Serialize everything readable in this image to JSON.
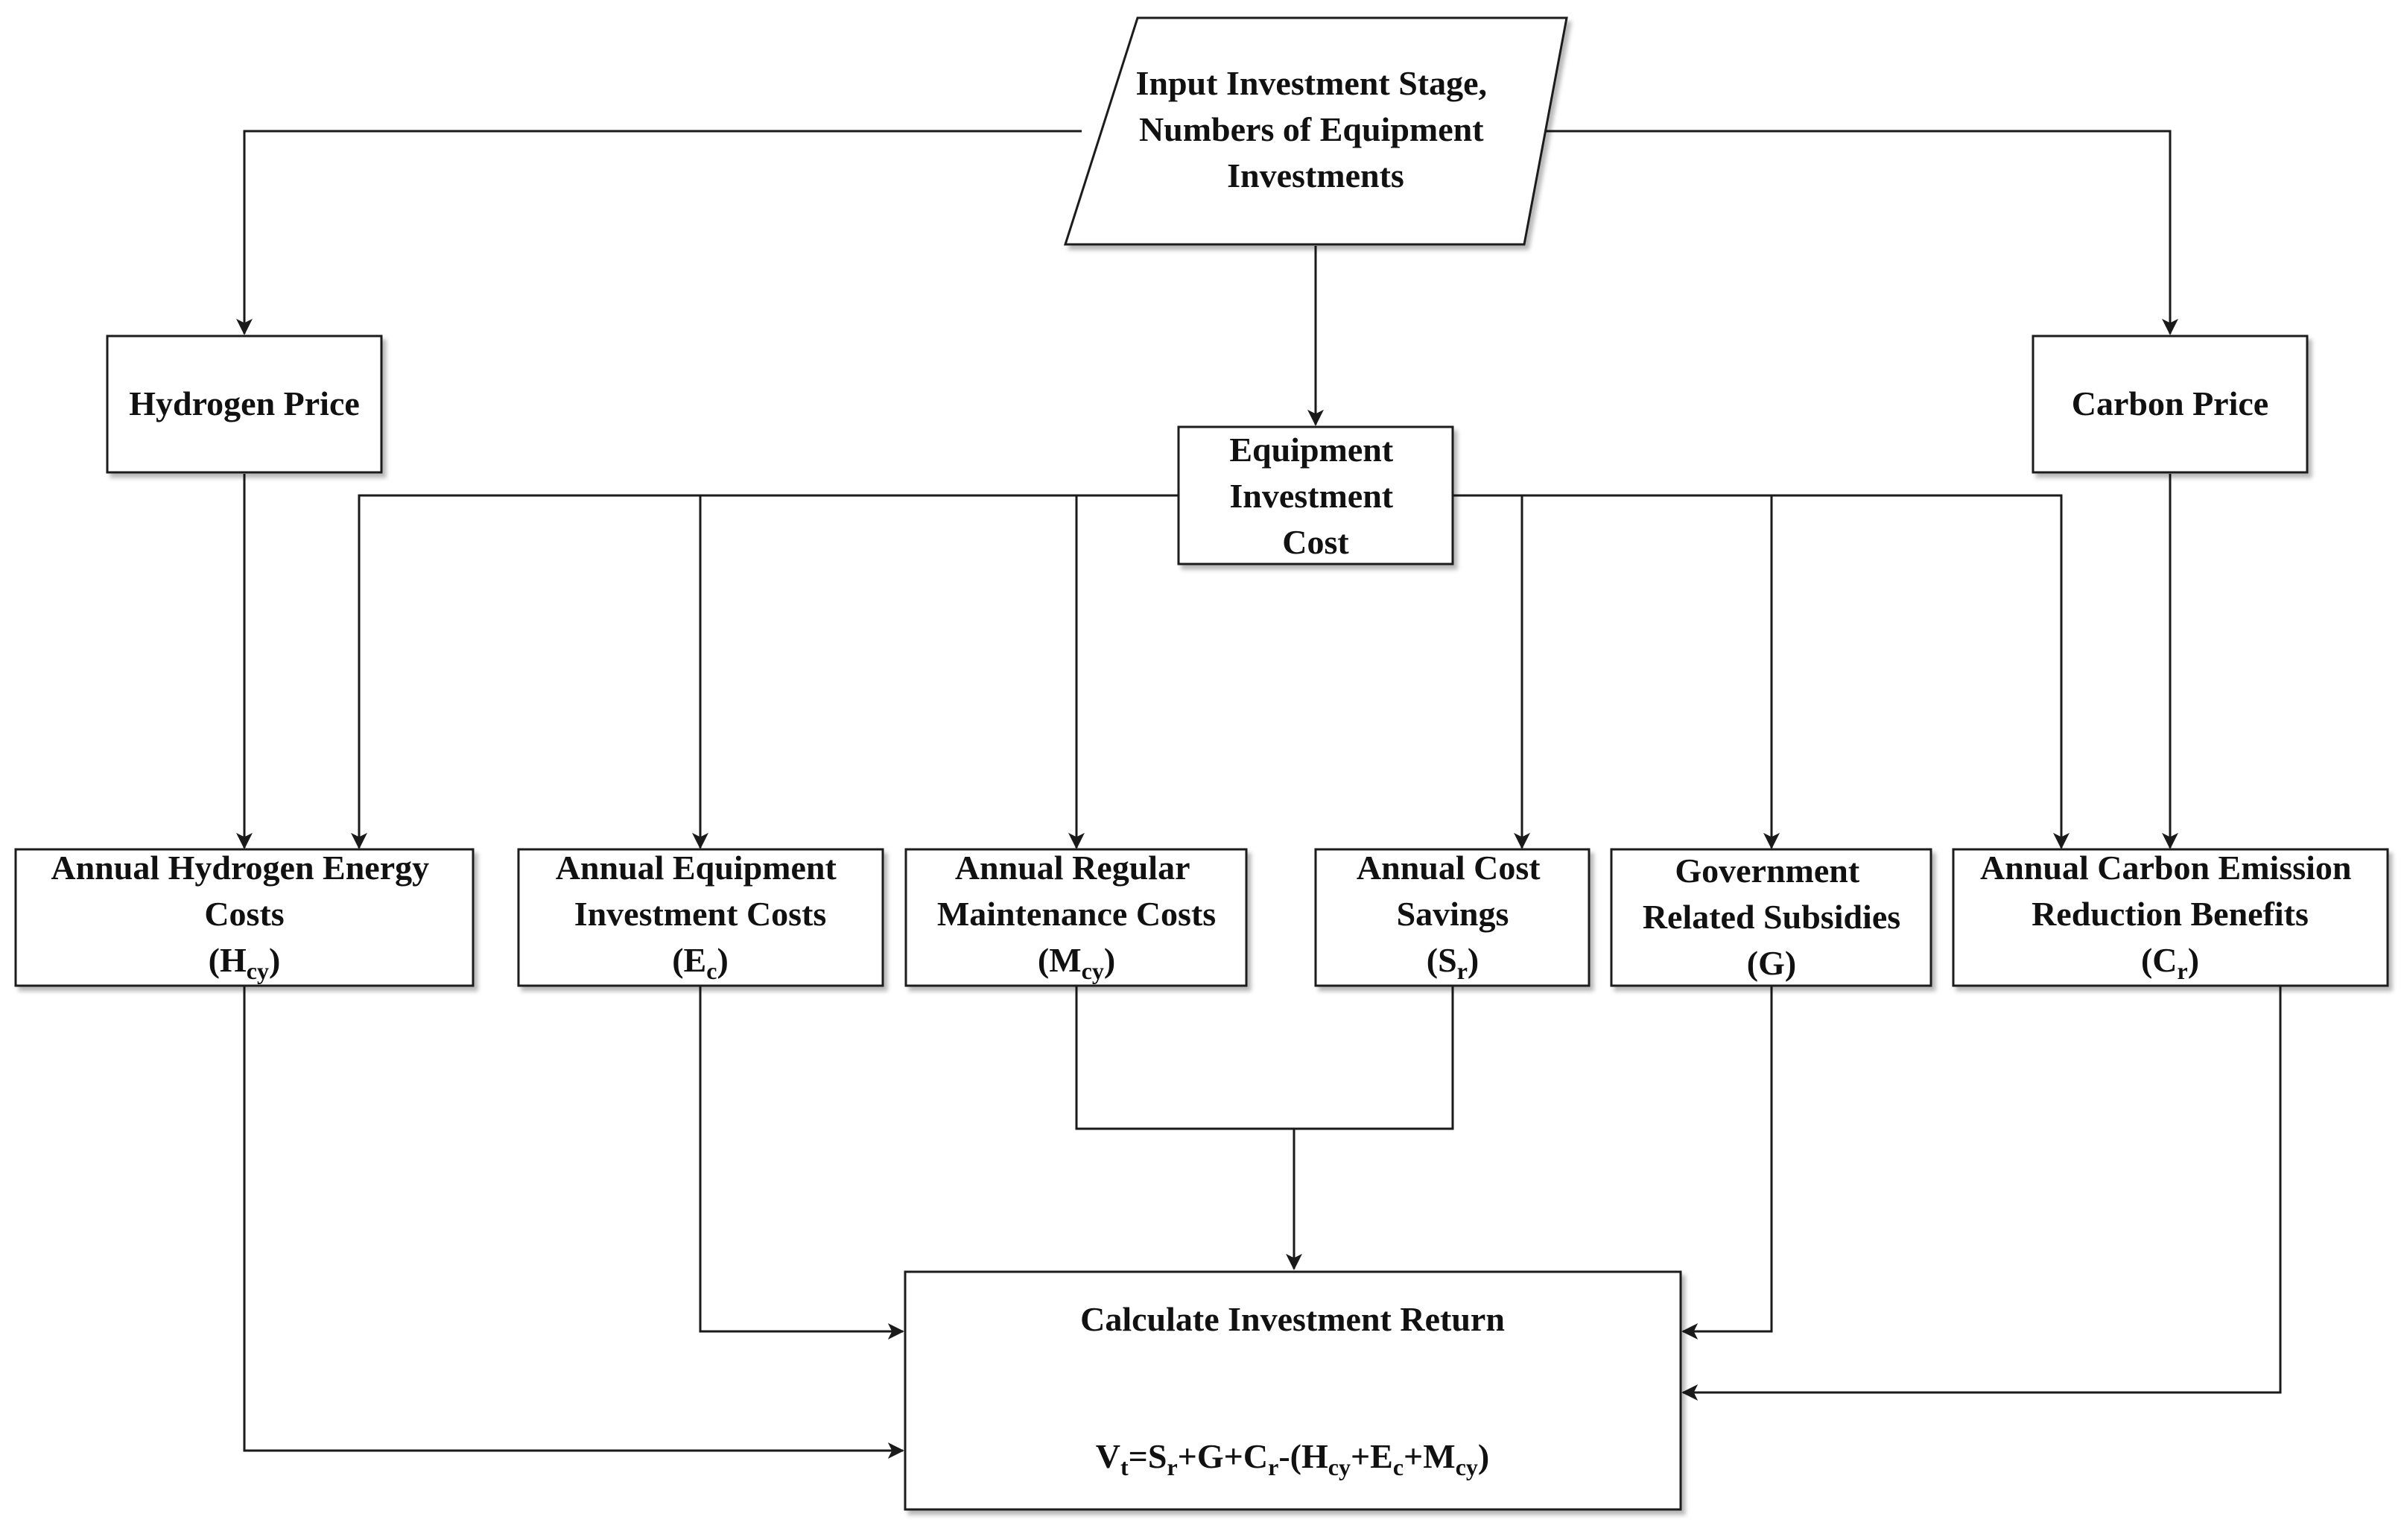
{
  "nodes": {
    "input": {
      "lines": [
        "Input  Investment Stage,",
        "Numbers of Equipment",
        "Investments"
      ]
    },
    "hydrogen_price": {
      "label": "Hydrogen Price"
    },
    "carbon_price": {
      "label": "Carbon Price"
    },
    "equipment_cost": {
      "lines": [
        "Equipment",
        "Investment",
        "Cost"
      ]
    },
    "hydrogen_costs": {
      "lines": [
        "Annual Hydrogen Energy",
        "Costs"
      ],
      "sym": "H",
      "sub": "cy"
    },
    "equipment_costs": {
      "lines": [
        "Annual Equipment",
        "Investment Costs"
      ],
      "sym": "E",
      "sub": "c"
    },
    "maintenance_costs": {
      "lines": [
        "Annual Regular",
        "Maintenance Costs"
      ],
      "sym": "M",
      "sub": "cy"
    },
    "cost_savings": {
      "lines": [
        "Annual Cost",
        "Savings"
      ],
      "sym": "S",
      "sub": "r"
    },
    "subsidies": {
      "lines": [
        "Government",
        "Related Subsidies"
      ],
      "sym": "G",
      "sub": ""
    },
    "carbon_benefits": {
      "lines": [
        "Annual Carbon Emission",
        "Reduction Benefits"
      ],
      "sym": "C",
      "sub": "r"
    },
    "calculate": {
      "title": "Calculate Investment Return",
      "formula": [
        {
          "t": "V"
        },
        {
          "t": "t",
          "sub": true
        },
        {
          "t": "=S"
        },
        {
          "t": "r",
          "sub": true
        },
        {
          "t": "+G+C"
        },
        {
          "t": "r",
          "sub": true
        },
        {
          "t": "-(H"
        },
        {
          "t": "cy",
          "sub": true
        },
        {
          "t": "+E"
        },
        {
          "t": "c",
          "sub": true
        },
        {
          "t": "+M"
        },
        {
          "t": "cy",
          "sub": true
        },
        {
          "t": ")"
        }
      ]
    }
  }
}
